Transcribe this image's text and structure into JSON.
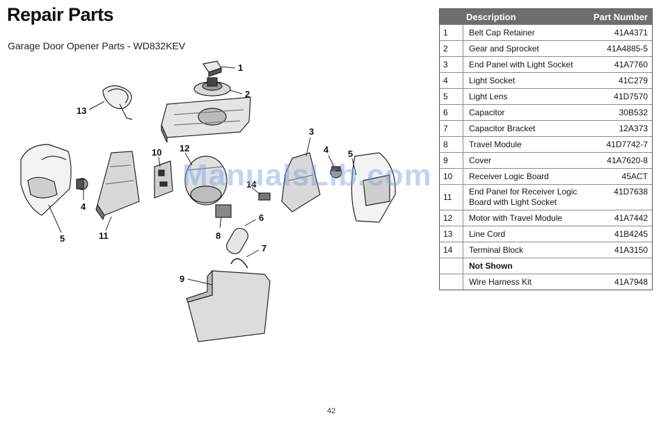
{
  "page": {
    "title": "Repair Parts",
    "subtitle": "Garage Door Opener Parts - WD832KEV",
    "page_number": "42",
    "watermark": "ManualsLib.com"
  },
  "diagram": {
    "callouts": [
      "1",
      "2",
      "3",
      "4",
      "5",
      "6",
      "7",
      "8",
      "9",
      "10",
      "11",
      "12",
      "13",
      "14",
      "4",
      "5"
    ]
  },
  "table": {
    "header": {
      "description": "Description",
      "part_number": "Part Number"
    },
    "rows": [
      {
        "num": "1",
        "description": "Belt Cap Retainer",
        "part_number": "41A4371"
      },
      {
        "num": "2",
        "description": "Gear and Sprocket",
        "part_number": "41A4885-5"
      },
      {
        "num": "3",
        "description": "End Panel with Light Socket",
        "part_number": "41A7760"
      },
      {
        "num": "4",
        "description": "Light Socket",
        "part_number": "41C279"
      },
      {
        "num": "5",
        "description": "Light Lens",
        "part_number": "41D7570"
      },
      {
        "num": "6",
        "description": "Capacitor",
        "part_number": "30B532"
      },
      {
        "num": "7",
        "description": "Capacitor Bracket",
        "part_number": "12A373"
      },
      {
        "num": "8",
        "description": "Travel Module",
        "part_number": "41D7742-7"
      },
      {
        "num": "9",
        "description": "Cover",
        "part_number": "41A7620-8"
      },
      {
        "num": "10",
        "description": "Receiver Logic Board",
        "part_number": "45ACT"
      },
      {
        "num": "11",
        "description": "End Panel for Receiver Logic Board with Light Socket",
        "part_number": "41D7638"
      },
      {
        "num": "12",
        "description": "Motor with Travel Module",
        "part_number": "41A7442"
      },
      {
        "num": "13",
        "description": "Line Cord",
        "part_number": "41B4245"
      },
      {
        "num": "14",
        "description": "Terminal Block",
        "part_number": "41A3150"
      },
      {
        "num": "",
        "description": "Not Shown",
        "part_number": ""
      },
      {
        "num": "",
        "description": "Wire Harness Kit",
        "part_number": "41A7948"
      }
    ]
  }
}
